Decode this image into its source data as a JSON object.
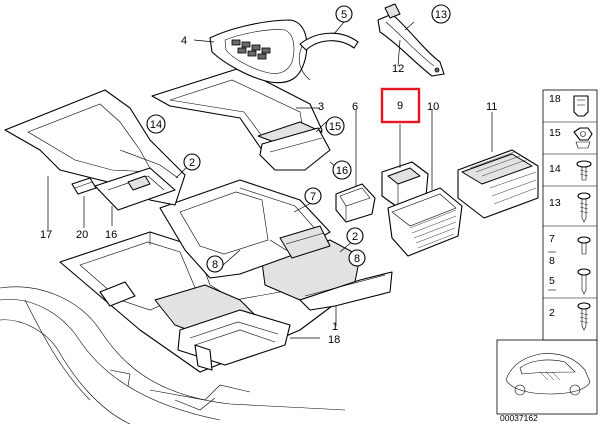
{
  "diagram": {
    "catalog_id": "00037162",
    "highlighted_callout": "9",
    "highlight_color": "#e8151d",
    "callouts": {
      "c1": "1",
      "c2a": "2",
      "c2b": "2",
      "c3": "3",
      "c4": "4",
      "c5": "5",
      "c6": "6",
      "c7": "7",
      "c8a": "8",
      "c8b": "8",
      "c9": "9",
      "c10": "10",
      "c11": "11",
      "c12": "12",
      "c13": "13",
      "c14": "14",
      "c15": "15",
      "c16a": "16",
      "c16b": "16",
      "c17": "17",
      "c18": "18",
      "c20": "20"
    },
    "hardware_column": [
      {
        "label": "18",
        "icon": "clip-icon"
      },
      {
        "label": "15",
        "icon": "nut-icon"
      },
      {
        "label": "14",
        "icon": "screw-icon"
      },
      {
        "label": "13",
        "icon": "screw-icon"
      },
      {
        "label": "7",
        "icon": "screw-icon"
      },
      {
        "label": "8",
        "icon": "screw-icon"
      },
      {
        "label": "5",
        "icon": "screw-icon"
      },
      {
        "label": "2",
        "icon": "screw-icon"
      }
    ]
  }
}
